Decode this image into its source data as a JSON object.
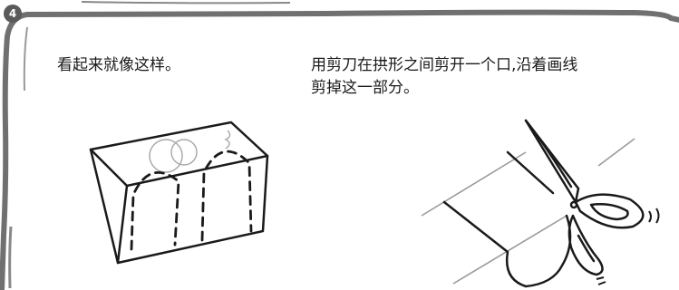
{
  "step": {
    "number": "4"
  },
  "left_panel": {
    "caption": "看起来就像这样。",
    "illustration_icon": "dashed-box-sketch-icon"
  },
  "right_panel": {
    "caption_line1": "用剪刀在拱形之间剪开一个口,沿着画线",
    "caption_line2": "剪掉这一部分。",
    "illustration_icon": "scissors-cutting-sketch-icon"
  },
  "colors": {
    "frame": "#707070",
    "badge": "#5a5a5a",
    "ink": "#1a1a1a",
    "guide_lines": "#9a9a9a"
  }
}
